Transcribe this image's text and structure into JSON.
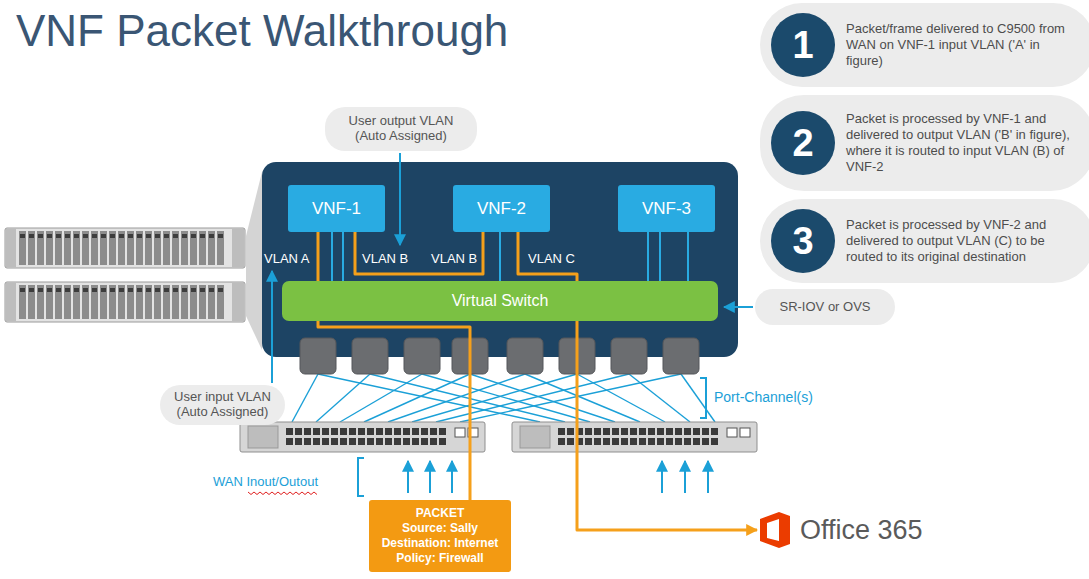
{
  "diagram": {
    "title": "VNF Packet Walkthrough",
    "nodes": [
      {
        "text": [
          "Packet/frame delivered to C9500 from WAN on VNF-1 input VLAN ('A' in figure)"
        ]
      },
      {
        "text": [
          "1"
        ],
        "in": 0
      },
      {
        "text": [
          "Packet is processed by VNF-1 and delivered to output VLAN ('B' in figure), where it is routed to input VLAN (B) of VNF-2"
        ]
      },
      {
        "text": [
          "2"
        ],
        "in": 2
      },
      {
        "text": [
          "Packet is processed by VNF-2 and delivered to output VLAN (C) to be routed to its original destination"
        ]
      },
      {
        "text": [
          "3"
        ],
        "in": 4
      },
      {
        "text": [
          "User output VLAN (Auto Assigned)"
        ]
      },
      {
        "text": [
          "VNF-1"
        ]
      },
      {
        "text": [
          "VNF-2"
        ]
      },
      {
        "text": [
          "VNF-3"
        ]
      },
      {
        "text": [
          "Virtual Switch"
        ]
      },
      {
        "text": [
          "SR-IOV or OVS"
        ]
      },
      {
        "text": [
          "User input VLAN (Auto Assigned)"
        ]
      },
      {
        "text": [
          "PACKET",
          "Source: Sally",
          "Destination: Internet",
          "Policy: Firewall"
        ]
      },
      {
        "text": [
          "Office 365"
        ]
      }
    ],
    "edges": [
      {
        "from": 13,
        "to": 7,
        "arrow": "none"
      },
      {
        "from": 7,
        "to": 8,
        "arrow": "none"
      },
      {
        "from": 8,
        "to": 14,
        "arrow": "to"
      }
    ],
    "labels": [
      "VLAN A",
      "VLAN B",
      "VLAN B",
      "VLAN C",
      "Port-Channel(s)",
      "WAN Inout/Outout"
    ]
  }
}
